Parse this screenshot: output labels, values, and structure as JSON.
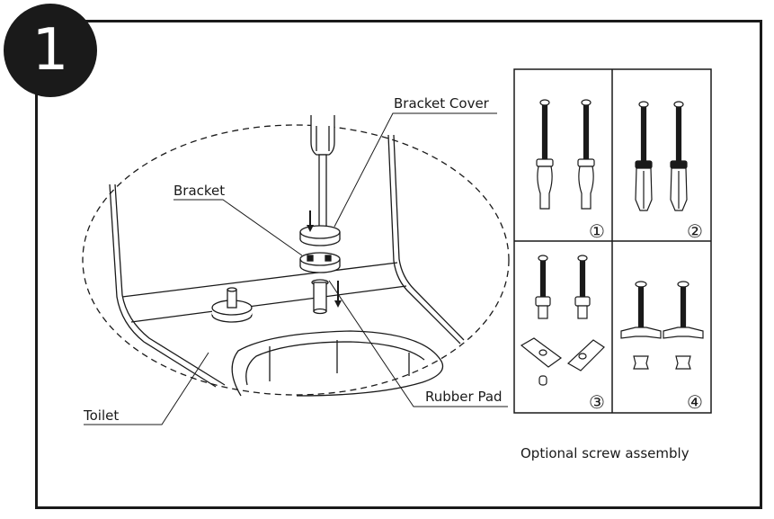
{
  "step_number": "1",
  "labels": {
    "bracket_cover": "Bracket Cover",
    "bracket": "Bracket",
    "rubber_pad": "Rubber Pad",
    "toilet": "Toilet"
  },
  "options_caption": "Optional screw assembly",
  "option_numbers": [
    "①",
    "②",
    "③",
    "④"
  ]
}
